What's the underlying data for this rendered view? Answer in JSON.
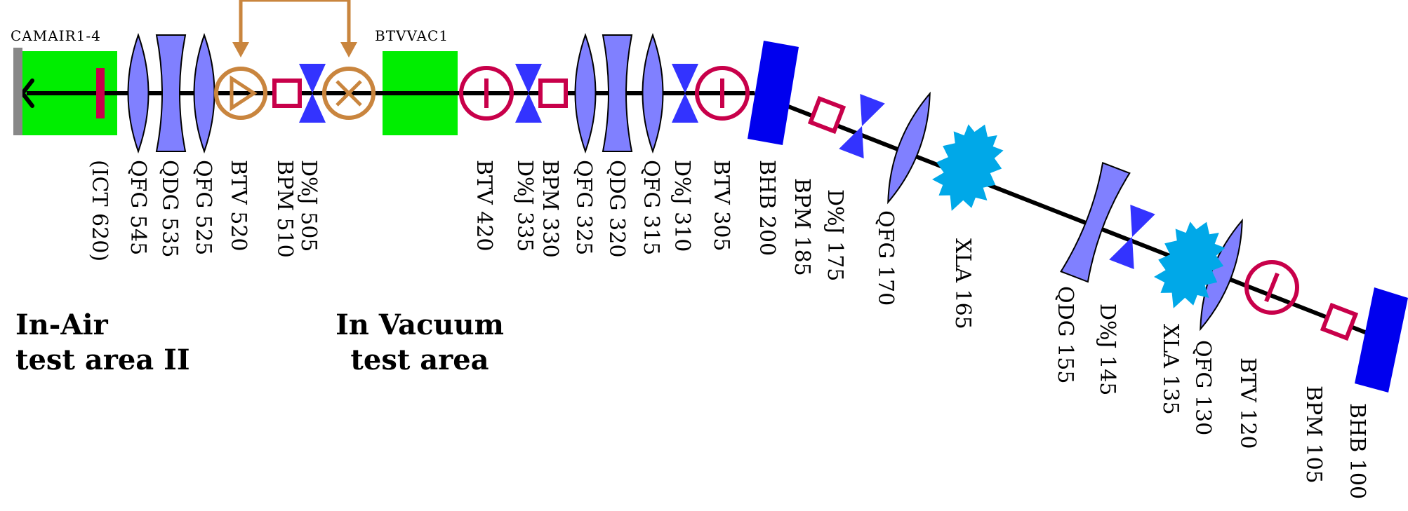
{
  "colors": {
    "beamline": "#000000",
    "quad": "#8080ff",
    "dipole": "#0000ee",
    "corrector": "#3333ff",
    "xla": "#00a8e8",
    "screen": "#00ee00",
    "monitor": "#c8004a",
    "laser": "#c9853e",
    "holder": "#888888"
  },
  "labels": {
    "camair": "CAMAIR1-4",
    "btvvac": "BTVVAC1",
    "ict620": "(ICT 620)",
    "qfg545": "QFG 545",
    "qdg535": "QDG 535",
    "qfg525": "QFG 525",
    "btv520": "BTV 520",
    "bpm510": "BPM 510",
    "dj505": "D%J 505",
    "btv420": "BTV 420",
    "dj335": "D%J 335",
    "bpm330": "BPM 330",
    "qfg325": "QFG 325",
    "qdg320": "QDG 320",
    "qfg315": "QFG 315",
    "dj310": "D%J 310",
    "btv305": "BTV 305",
    "bhb200": "BHB 200",
    "bpm185": "BPM 185",
    "dj175": "D%J 175",
    "qfg170": "QFG 170",
    "xla165": "XLA 165",
    "qdg155": "QDG 155",
    "dj145": "D%J 145",
    "xla135": "XLA 135",
    "qfg130": "QFG 130",
    "btv120": "BTV 120",
    "bpm105": "BPM 105",
    "bhb100": "BHB 100"
  },
  "areas": {
    "in_air_line1": "In-Air",
    "in_air_line2": "test area II",
    "vacuum_line1": "In Vacuum",
    "vacuum_line2": "test area"
  }
}
